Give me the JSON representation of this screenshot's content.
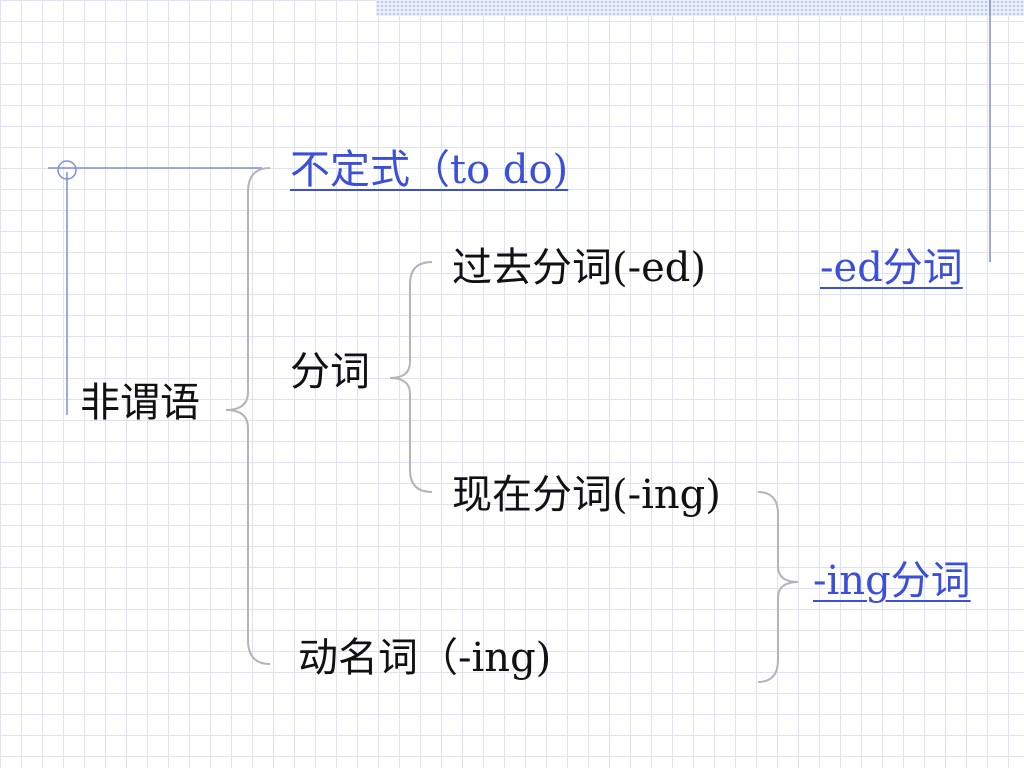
{
  "root": {
    "label": "非谓语"
  },
  "branches": {
    "infinitive": {
      "label": "不定式（to do)"
    },
    "participle": {
      "label": "分词",
      "past": {
        "label": "过去分词(-ed)"
      },
      "present": {
        "label": "现在分词(-ing)"
      }
    },
    "gerund": {
      "label": "动名词（-ing)"
    }
  },
  "links": {
    "ed_participle": {
      "label": "-ed分词"
    },
    "ing_participle": {
      "label": "-ing分词"
    }
  },
  "colors": {
    "link": "#3b4fd8",
    "text": "#111111",
    "grid": "#dde3f4",
    "bracket": "#b5b5b5",
    "accent_line": "#7f8fd6"
  }
}
